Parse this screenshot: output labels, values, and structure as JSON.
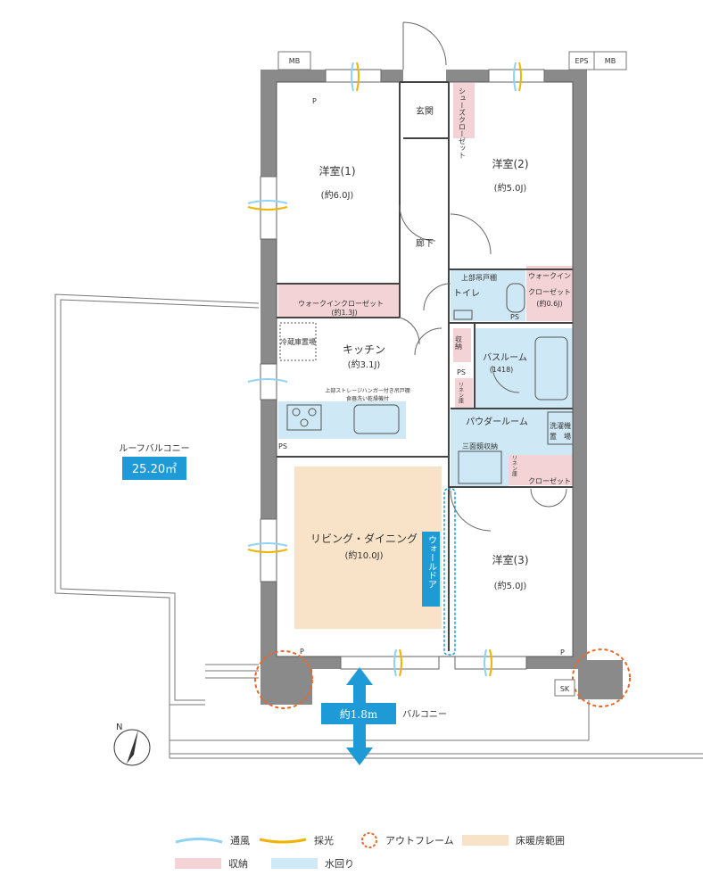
{
  "rooms": {
    "genkan": "玄関",
    "shoe_closet": "シューズクローゼット",
    "western1": {
      "name": "洋室(1)",
      "size": "(約6.0J)"
    },
    "western2": {
      "name": "洋室(2)",
      "size": "(約5.0J)"
    },
    "western3": {
      "name": "洋室(3)",
      "size": "(約5.0J)"
    },
    "hallway": "廊下",
    "toilet": "トイレ",
    "upper_cabinet": "上部吊戸棚",
    "wic1": {
      "name": "ウォークインクローゼット",
      "size": "(約1.3J)"
    },
    "wic2": {
      "line1": "ウォークイン",
      "line2": "クローゼット",
      "size": "(約0.6J)"
    },
    "kitchen": {
      "name": "キッチン",
      "size": "(約3.1J)"
    },
    "fridge": "冷蔵庫置場",
    "kitchen_note1": "上部ストレージハンガー付き吊戸棚",
    "kitchen_note2": "食器洗い乾燥機付",
    "storage": "収納",
    "bathroom": {
      "name": "バスルーム",
      "size": "(1418)"
    },
    "powder": "パウダールーム",
    "laundry": {
      "line1": "洗濯機",
      "line2": "置　場"
    },
    "mirror": "三面鏡収納",
    "linen": "リネン庫",
    "closet": "クローゼット",
    "living": {
      "name": "リビング・ダイニング",
      "size": "(約10.0J)"
    },
    "wall_door": "ウォールドア",
    "roof_balcony": {
      "name": "ルーフバルコニー",
      "area": "25.20㎡"
    },
    "balcony": "バルコニー",
    "balcony_depth": "約1.8m"
  },
  "markers": {
    "mb": "MB",
    "eps": "EPS",
    "ps": "PS",
    "p": "P",
    "sk": "SK",
    "north": "N"
  },
  "legend": {
    "ventilation": "通風",
    "daylight": "採光",
    "outframe": "アウトフレーム",
    "floor_heating": "床暖房範囲",
    "storage": "収納",
    "water": "水回り"
  },
  "colors": {
    "storage": "#f3d3d6",
    "water": "#cfe8f5",
    "floor_heating": "#f8e3c8",
    "accent_blue": "#1e9ad6",
    "outframe": "#e8692a",
    "wall": "#8a8a8a"
  }
}
